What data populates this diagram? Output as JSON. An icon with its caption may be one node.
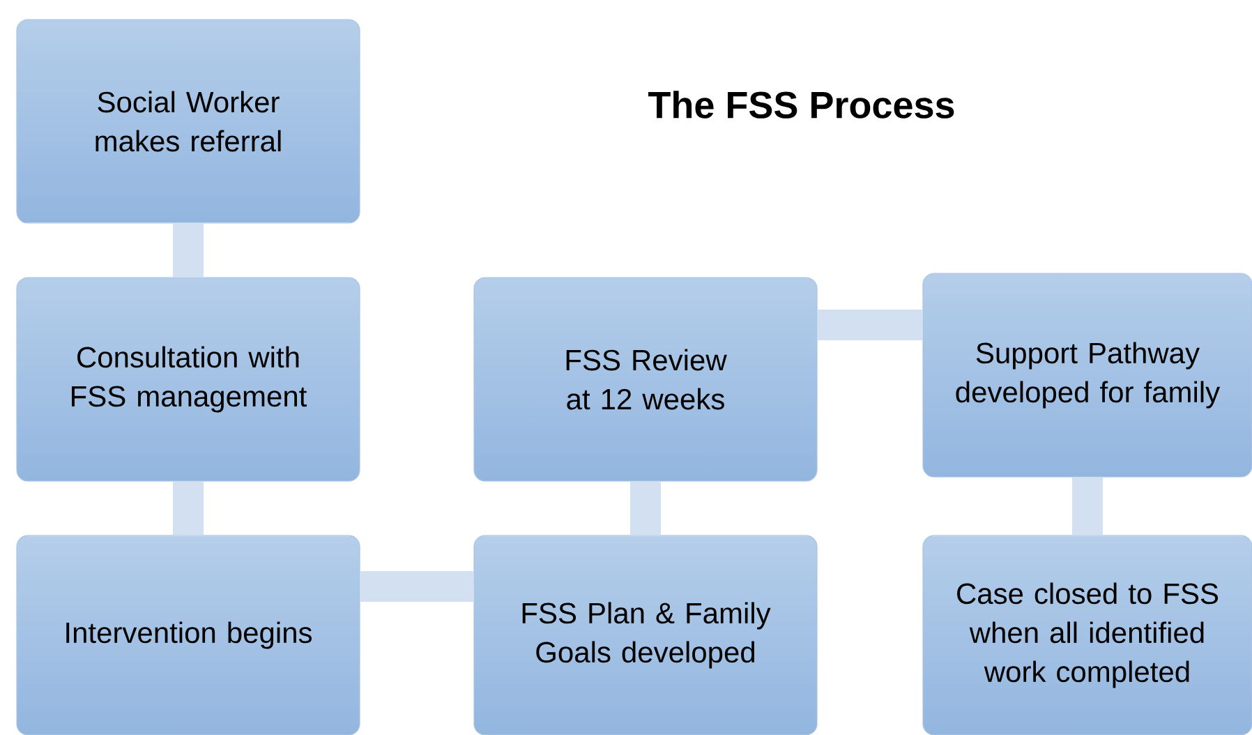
{
  "diagram": {
    "title": "The FSS Process",
    "nodes": [
      {
        "text": [
          "Social Worker makes referral"
        ]
      },
      {
        "text": [
          "Consultation with FSS management"
        ]
      },
      {
        "text": [
          "Intervention begins"
        ]
      },
      {
        "text": [
          "FSS Plan & Family Goals developed"
        ]
      },
      {
        "text": [
          "FSS Review at 12 weeks"
        ]
      },
      {
        "text": [
          "Support Pathway developed for family"
        ]
      },
      {
        "text": [
          "Case closed to FSS when all identified work completed"
        ]
      }
    ],
    "edges": [
      {
        "from": 0,
        "to": 1,
        "arrow": "none"
      },
      {
        "from": 1,
        "to": 2,
        "arrow": "none"
      },
      {
        "from": 2,
        "to": 3,
        "arrow": "none"
      },
      {
        "from": 3,
        "to": 4,
        "arrow": "none"
      },
      {
        "from": 4,
        "to": 5,
        "arrow": "none"
      },
      {
        "from": 5,
        "to": 6,
        "arrow": "none"
      }
    ]
  }
}
